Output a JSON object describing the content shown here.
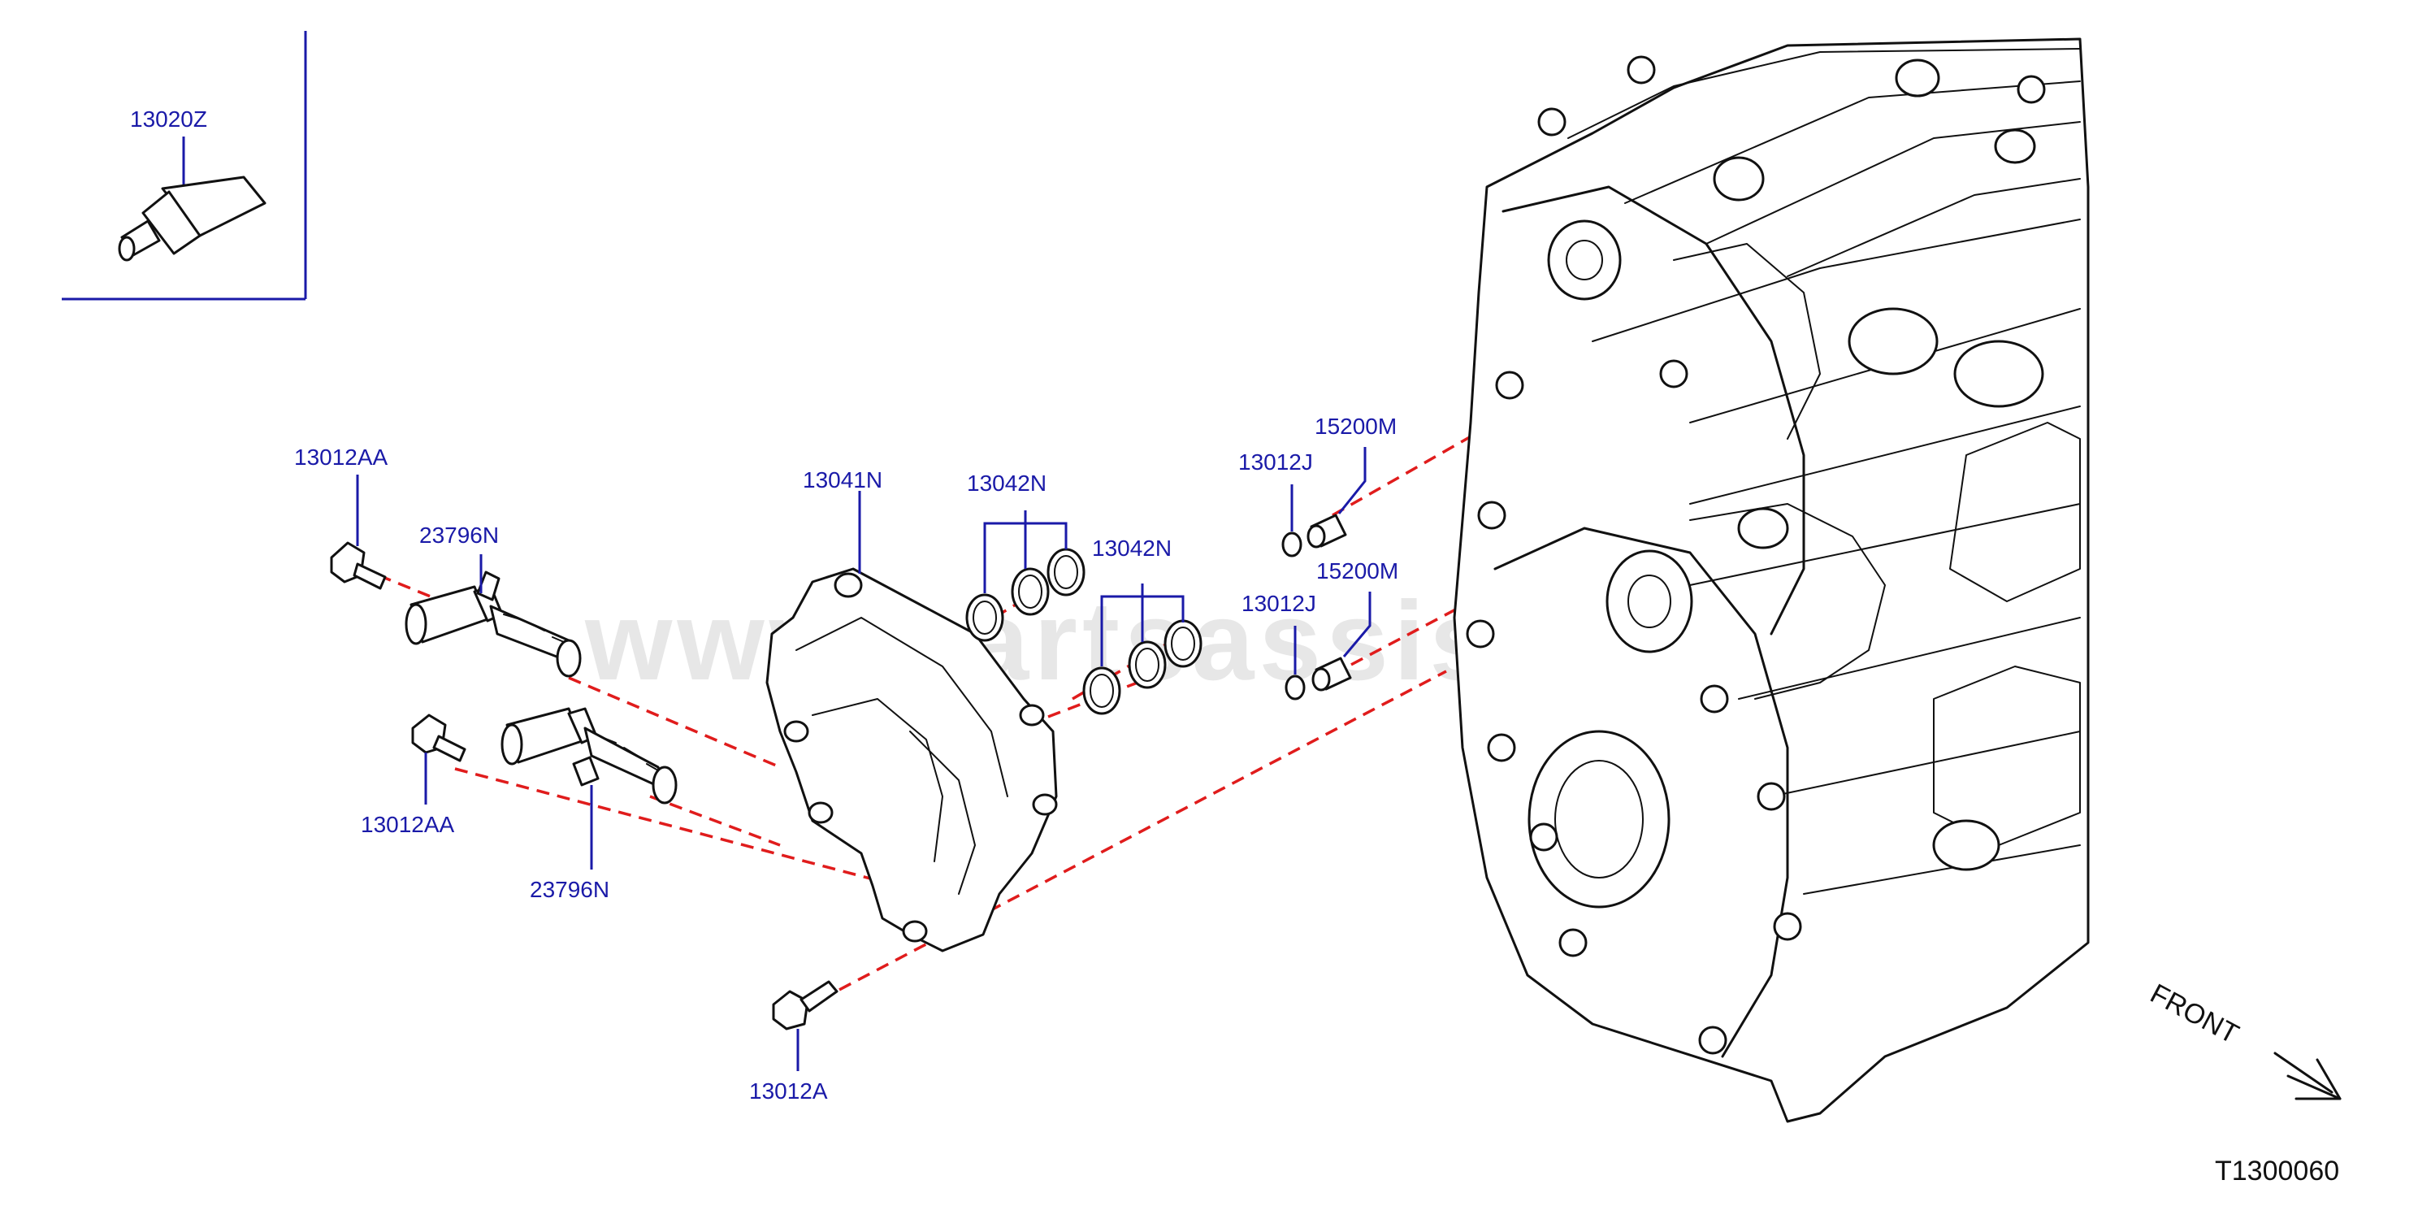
{
  "watermark": "www.partsassistant.com",
  "diagram_code": "T1300060",
  "front_label": "FRONT",
  "parts": {
    "sealant_tube": "13020Z",
    "bolt_upper_left": "13012AA",
    "solenoid_upper_label": "23796N",
    "bolt_lower_left": "13012AA",
    "solenoid_lower_label": "23796N",
    "cover": "13041N",
    "orings_upper": "13042N",
    "orings_lower": "13042N",
    "ring_upper": "13012J",
    "sleeve_upper": "15200M",
    "ring_lower": "13012J",
    "sleeve_lower": "15200M",
    "bolt_bottom": "13012A"
  }
}
